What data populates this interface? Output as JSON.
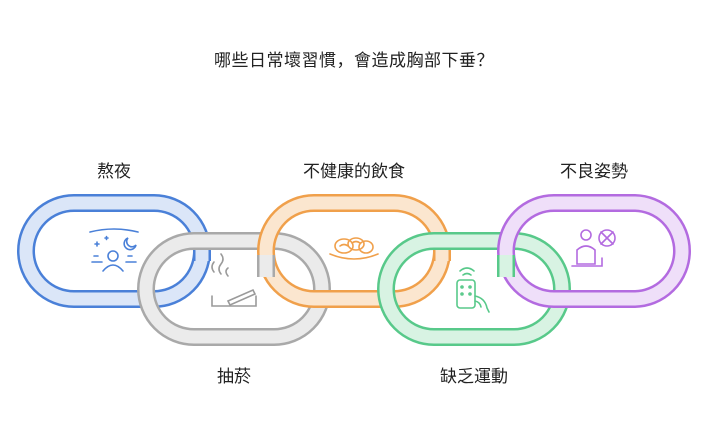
{
  "title": "哪些日常壞習慣，會造成胸部下垂？",
  "habits": [
    {
      "label": "熬夜",
      "icon": "night-sleep-icon",
      "color": "#4a80d8"
    },
    {
      "label": "抽菸",
      "icon": "cigarette-icon",
      "color": "#a9a9a9"
    },
    {
      "label": "不健康的飲食",
      "icon": "fried-food-icon",
      "color": "#f0a04b"
    },
    {
      "label": "缺乏運動",
      "icon": "phone-remote-icon",
      "color": "#58c98a"
    },
    {
      "label": "不良姿勢",
      "icon": "bad-posture-icon",
      "color": "#b36be0"
    }
  ]
}
